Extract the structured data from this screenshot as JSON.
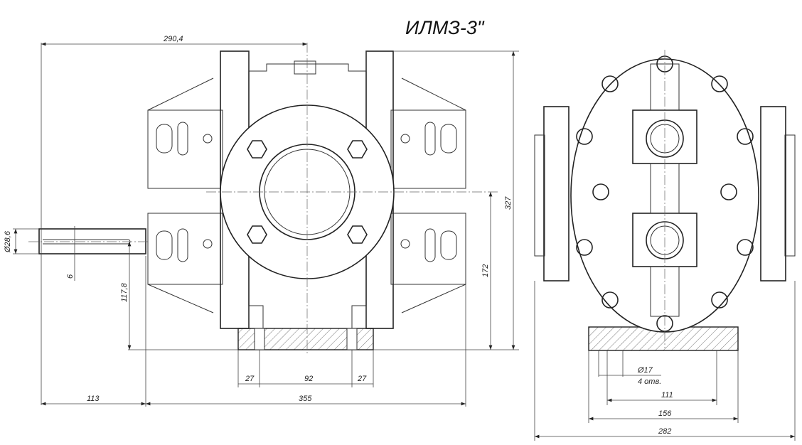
{
  "title": "ИЛМЗ-3\"",
  "dimensions": {
    "overall_width_top": "290,4",
    "height_total": "327",
    "height_axis": "172",
    "shaft_axis_height": "117,8",
    "shaft_diameter": "Ø28,6",
    "key_width": "6",
    "base_left": "27",
    "base_center": "92",
    "base_right": "27",
    "shaft_length": "113",
    "body_width": "355",
    "hole_diameter": "Ø17",
    "hole_count": "4 отв.",
    "side_holes": "111",
    "side_base": "156",
    "side_total": "282"
  }
}
